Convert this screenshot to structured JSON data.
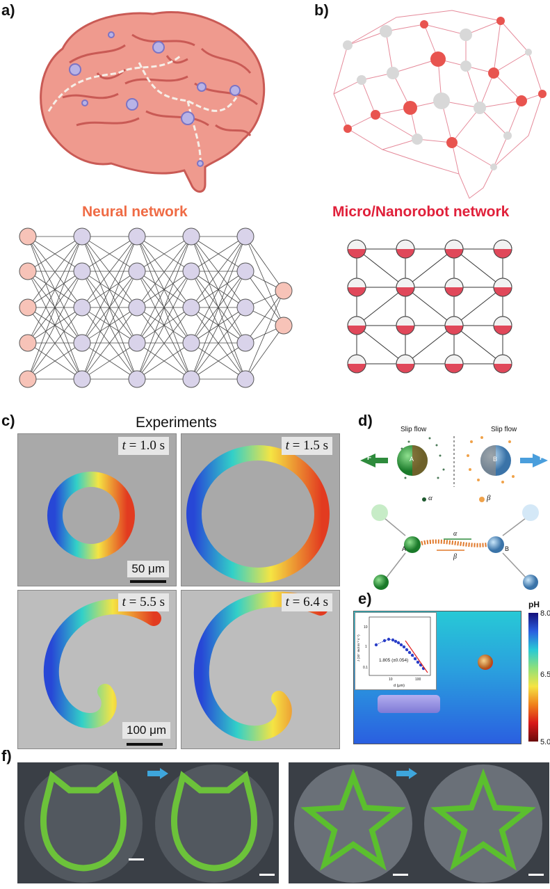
{
  "panels": {
    "a": "a)",
    "b": "b)",
    "c": "c)",
    "d": "d)",
    "e": "e)",
    "f": "f)"
  },
  "titles": {
    "neural": "Neural network",
    "micro": "Micro/Nanorobot network",
    "experiments": "Experiments"
  },
  "c": {
    "frames": [
      {
        "t_var": "t",
        "t_text": " = 1.0 s",
        "scale": "50 μm"
      },
      {
        "t_var": "t",
        "t_text": " = 1.5 s",
        "scale": ""
      },
      {
        "t_var": "t",
        "t_text": " = 5.5 s",
        "scale": "100 μm"
      },
      {
        "t_var": "t",
        "t_text": " = 6.4 s",
        "scale": ""
      }
    ]
  },
  "d": {
    "slip_flow_left": "Slip flow",
    "slip_flow_right": "Slip flow",
    "force_left": "F",
    "force_right": "F",
    "particle_a": "A",
    "particle_b": "B",
    "legend_alpha": "α",
    "legend_beta": "β",
    "node_a": "A",
    "node_b": "B",
    "flow_alpha": "α",
    "flow_beta": "β"
  },
  "e": {
    "colorbar_title": "pH",
    "colorbar_ticks": [
      "8.0",
      "6.5",
      "5.0"
    ],
    "inset_annotation": "1.805 (±0.054)",
    "inset_xlabel": "d (μm)",
    "inset_ylabel": "J (10⁻ mol m⁻² s⁻¹)",
    "inset_xticks": [
      "10",
      "100"
    ],
    "inset_yticks": [
      "10",
      "1",
      "0.1"
    ]
  },
  "colors": {
    "neural_input": "#f7c3b8",
    "neural_hidden": "#d9d3ea",
    "robot_red": "#e0485a",
    "accent_arrow": "#3ea6dc"
  }
}
